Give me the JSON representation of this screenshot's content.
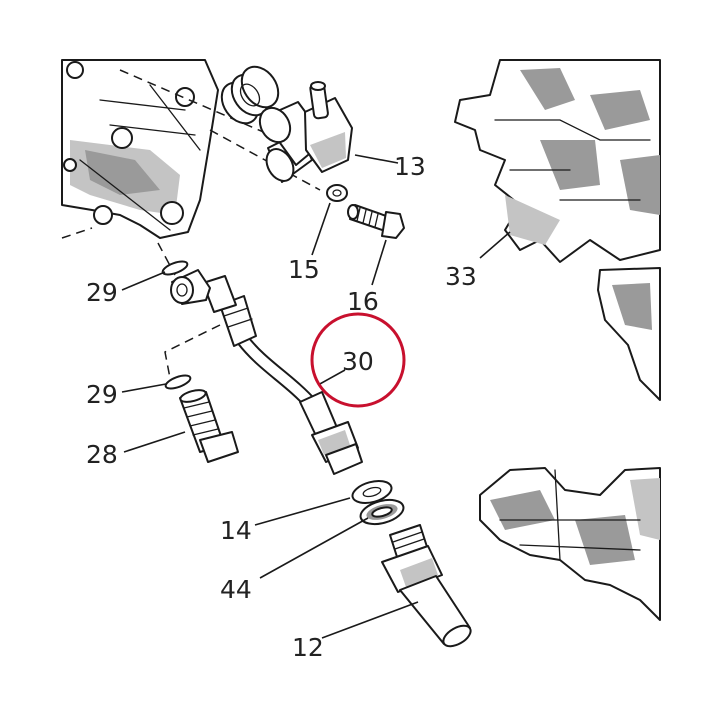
{
  "diagram": {
    "highlight_color": "#c8102e",
    "labels": {
      "p13": "13",
      "p15": "15",
      "p16": "16",
      "p29a": "29",
      "p29b": "29",
      "p28": "28",
      "p30": "30",
      "p33": "33",
      "p14": "14",
      "p44": "44",
      "p12": "12"
    }
  }
}
